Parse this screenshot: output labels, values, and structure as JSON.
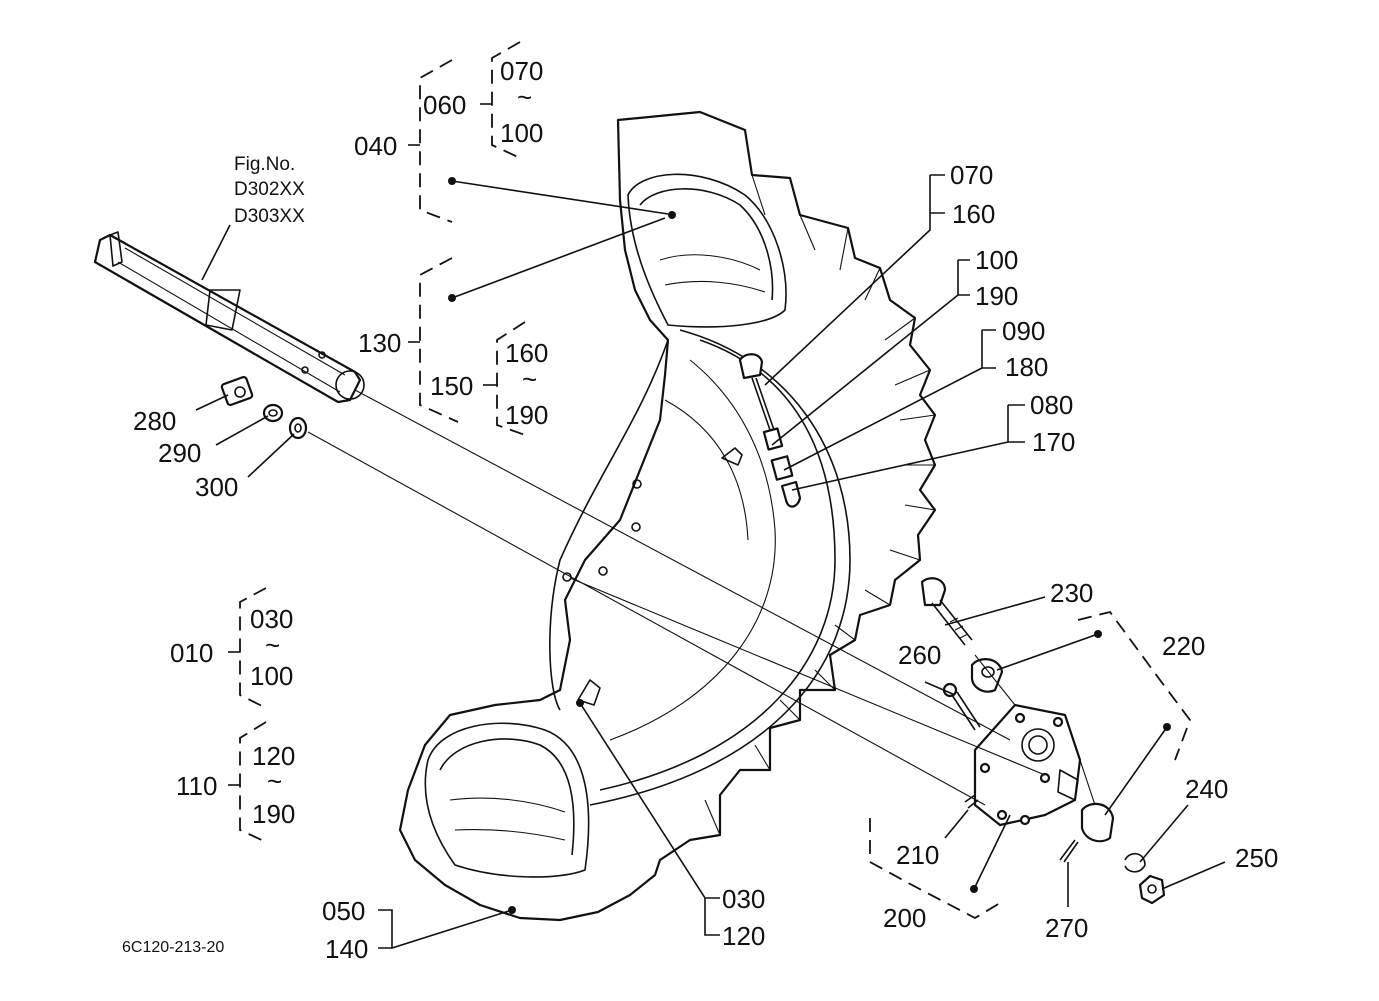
{
  "figure_ref": {
    "line1": "Fig.No.",
    "line2": "D302XX",
    "line3": "D303XX"
  },
  "drawing_code": "6C120-213-20",
  "labels": {
    "g040_main": "040",
    "g040_sub": "060",
    "g040_r_top": "070",
    "g040_r_tilde": "~",
    "g040_r_bot": "100",
    "g130_main": "130",
    "g130_sub": "150",
    "g130_r_top": "160",
    "g130_r_tilde": "~",
    "g130_r_bot": "190",
    "p280": "280",
    "p290": "290",
    "p300": "300",
    "g010_main": "010",
    "g010_top": "030",
    "g010_tilde": "~",
    "g010_bot": "100",
    "g110_main": "110",
    "g110_top": "120",
    "g110_tilde": "~",
    "g110_bot": "190",
    "p050": "050",
    "p140": "140",
    "p030": "030",
    "p120": "120",
    "v070": "070",
    "v160": "160",
    "v100": "100",
    "v190": "190",
    "v090": "090",
    "v180": "180",
    "v080": "080",
    "v170": "170",
    "p230": "230",
    "p260": "260",
    "p220": "220",
    "p240": "240",
    "p250": "250",
    "p210": "210",
    "p200": "200",
    "p270": "270"
  }
}
